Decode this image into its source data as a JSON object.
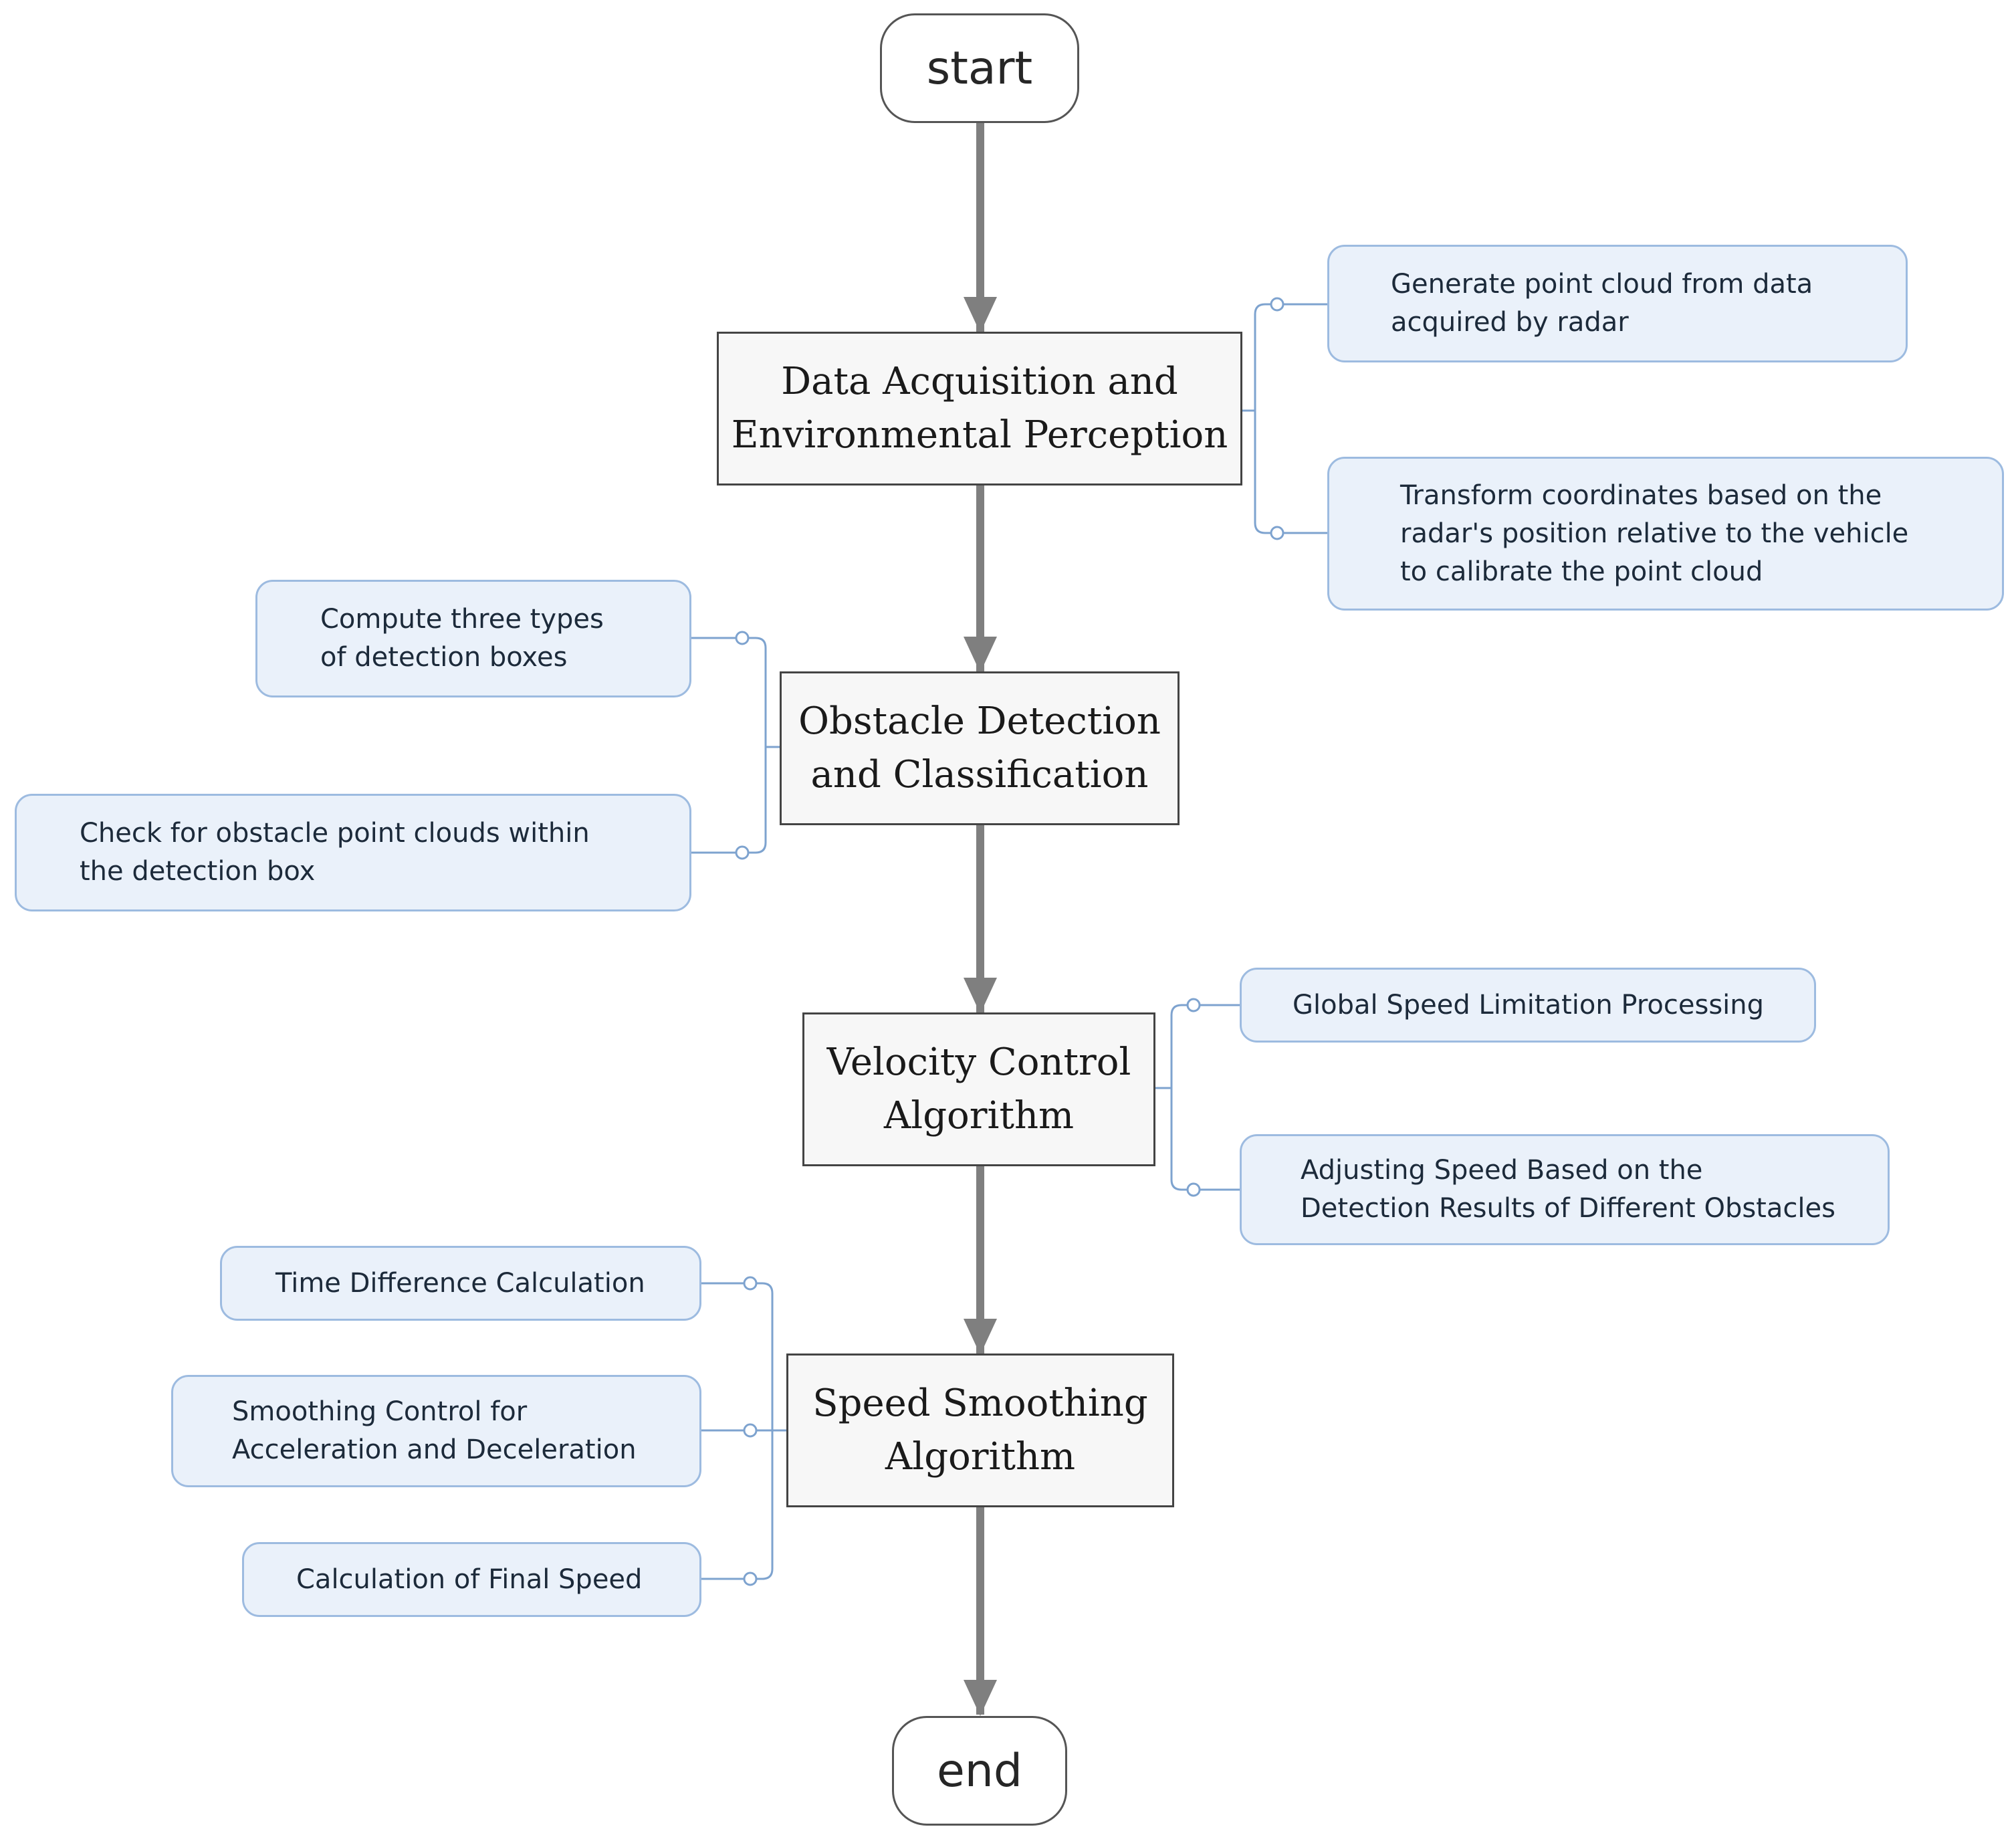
{
  "terminals": {
    "start": "start",
    "end": "end"
  },
  "steps": [
    {
      "label": "Data Acquisition and\nEnvironmental Perception",
      "notes": [
        "Generate point cloud from data\nacquired by radar",
        "Transform coordinates based on the\nradar's position relative to the vehicle\nto calibrate the point cloud"
      ]
    },
    {
      "label": "Obstacle Detection\nand Classification",
      "notes": [
        "Compute three types\nof detection boxes",
        "Check for obstacle point clouds within\nthe detection box"
      ]
    },
    {
      "label": "Velocity Control\nAlgorithm",
      "notes": [
        "Global Speed Limitation Processing",
        "Adjusting Speed Based on the\nDetection Results of Different Obstacles"
      ]
    },
    {
      "label": "Speed Smoothing\nAlgorithm",
      "notes": [
        "Time Difference Calculation",
        "Smoothing Control for\nAcceleration and Deceleration",
        "Calculation of Final Speed"
      ]
    }
  ],
  "colors": {
    "flow_arrow": "#7f7f7f",
    "connector": "#7ea3cf",
    "note_fill": "#eaf1fa",
    "note_border": "#9dbbe0",
    "process_fill": "#f7f7f7"
  }
}
